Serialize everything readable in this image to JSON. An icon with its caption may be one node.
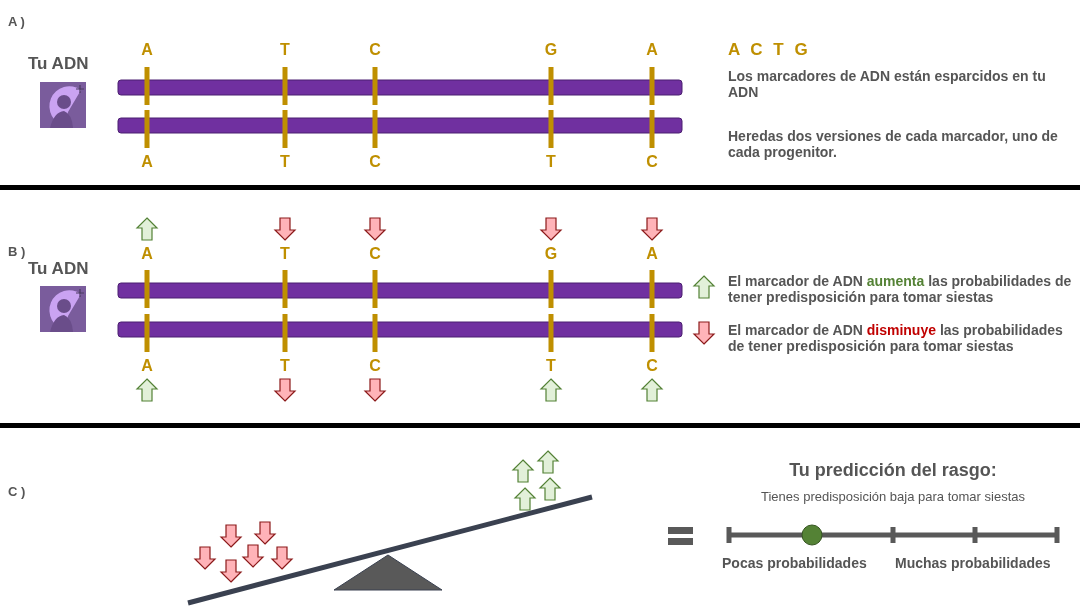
{
  "diagram": {
    "labels": [
      "A )",
      "Tu ADN",
      "A",
      "T",
      "C",
      "G",
      "A",
      "A C T G",
      "Los marcadores de ADN están esparcidos en tu ADN",
      "Heredas dos versiones de cada marcador, uno de cada progenitor.",
      "A",
      "T",
      "C",
      "T",
      "C",
      "B )",
      "Tu ADN",
      "A",
      "T",
      "C",
      "G",
      "A",
      "A",
      "T",
      "C",
      "T",
      "C",
      "C )",
      "Tu predicción del rasgo:",
      "Tienes predisposición baja para tomar siestas",
      "Pocas probabilidades",
      "Muchas probabilidades"
    ],
    "legend": [
      {
        "text": "El marcador de ADN **aumenta** las probabilidades de tener predisposición para tomar siestas"
      },
      {
        "text": "El marcador de ADN **disminuye** las probabilidades de tener predisposición para tomar siestas"
      }
    ]
  }
}
